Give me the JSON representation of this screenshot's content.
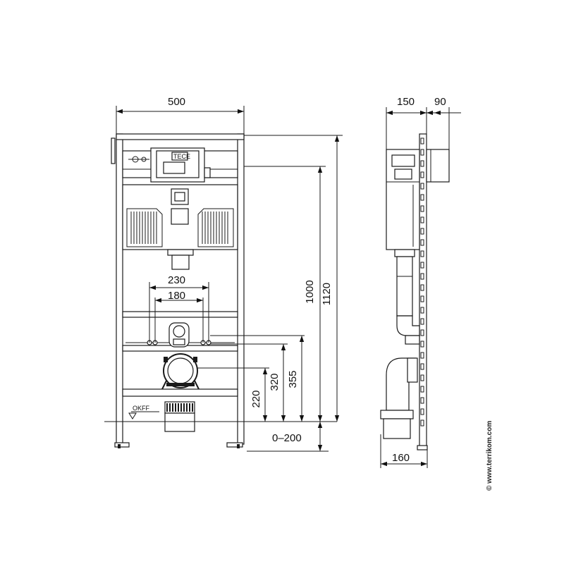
{
  "colors": {
    "line": "#1a1a1a",
    "background": "#ffffff"
  },
  "dimensions": {
    "width_front": "500",
    "depth_top": "150",
    "module_depth": "90",
    "height_total": "1120",
    "height_actuator": "1000",
    "drain_height": "355",
    "supply_height": "320",
    "bolt_height": "220",
    "foot_adjust": "0–200",
    "bolt_spacing": "230",
    "supply_spacing": "180",
    "foot_depth": "160"
  },
  "labels": {
    "floor_level": "OKFF",
    "brand_plate": "TECE"
  },
  "watermark": "© www.terrikom.com",
  "icons": [
    "floor-level-icon",
    "dimension-arrow-icon"
  ]
}
